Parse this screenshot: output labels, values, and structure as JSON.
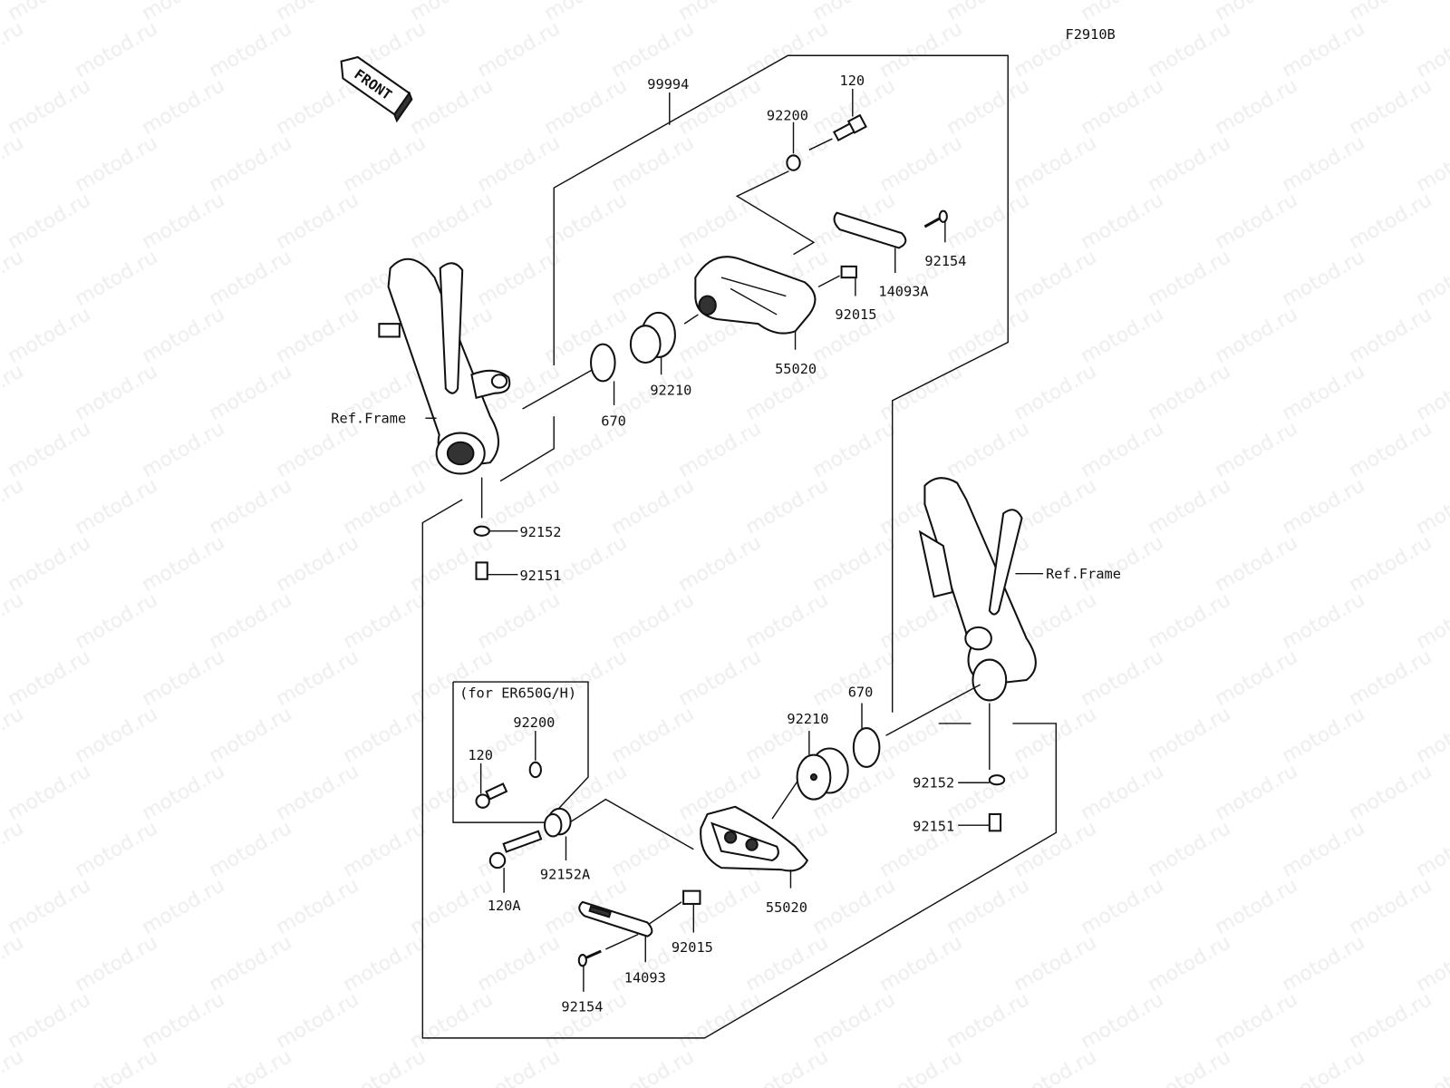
{
  "diagram_code": "F2910B",
  "watermark": "motod.ru",
  "front_arrow": "FRONT",
  "labels": {
    "kit": "99994",
    "upper_bolt": "120",
    "upper_washer": "92200",
    "upper_screw": "92154",
    "upper_plate": "14093A",
    "upper_collar": "92015",
    "upper_slider": "55020",
    "upper_damper": "92210",
    "upper_oring": "670",
    "ref_frame_left": "Ref.Frame",
    "left_washer": "92152",
    "left_bolt": "92151",
    "ref_frame_right": "Ref.Frame",
    "lower_oring": "670",
    "lower_damper": "92210",
    "right_washer": "92152",
    "right_bolt": "92151",
    "inset_title": "(for ER650G/H)",
    "inset_washer": "92200",
    "inset_bolt": "120",
    "lower_spacer": "92152A",
    "lower_bolt": "120A",
    "lower_slider": "55020",
    "lower_collar": "92015",
    "lower_plate": "14093",
    "lower_screw": "92154"
  }
}
